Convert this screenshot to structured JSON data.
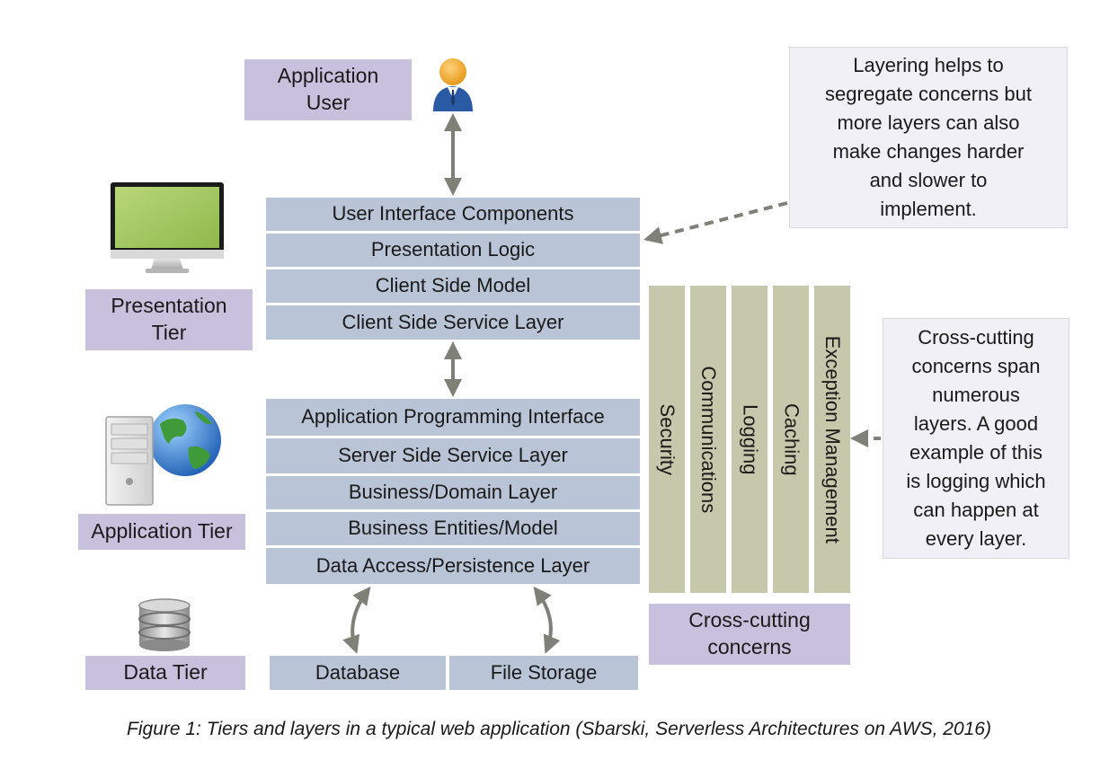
{
  "tiers": {
    "user": "Application\nUser",
    "presentation": "Presentation\nTier",
    "application": "Application Tier",
    "data": "Data Tier"
  },
  "layers": {
    "ui_components": "User Interface Components",
    "presentation_logic": "Presentation Logic",
    "client_model": "Client Side Model",
    "client_service": "Client Side Service Layer",
    "api": "Application Programming Interface",
    "server_service": "Server Side Service Layer",
    "business_domain": "Business/Domain Layer",
    "business_entities": "Business Entities/Model",
    "data_access": "Data Access/Persistence Layer"
  },
  "storage": {
    "database": "Database",
    "file_storage": "File Storage"
  },
  "cross_cutting": {
    "security": "Security",
    "communications": "Communications",
    "logging": "Logging",
    "caching": "Caching",
    "exception": "Exception Management",
    "label": "Cross-cutting\nconcerns"
  },
  "notes": {
    "layering": "Layering helps to\nsegregate concerns but\nmore layers can also\nmake changes harder\nand slower to\nimplement.",
    "cross_cutting": "Cross-cutting\nconcerns span\nnumerous\nlayers. A good\nexample of this\nis logging which\ncan happen at\nevery layer."
  },
  "caption": "Figure 1: Tiers and layers in a typical web application (Sbarski, Serverless Architectures on AWS, 2016)",
  "colors": {
    "tier_bg": "#c8c1dd",
    "layer_bg": "#b9c5d6",
    "cross_cutting_bg": "#c6c8ab",
    "note_bg": "#f1f0f6",
    "arrow": "#7f8077"
  },
  "icons": {
    "user": "user-icon",
    "monitor": "monitor-icon",
    "server_globe": "server-globe-icon",
    "database": "database-icon"
  }
}
